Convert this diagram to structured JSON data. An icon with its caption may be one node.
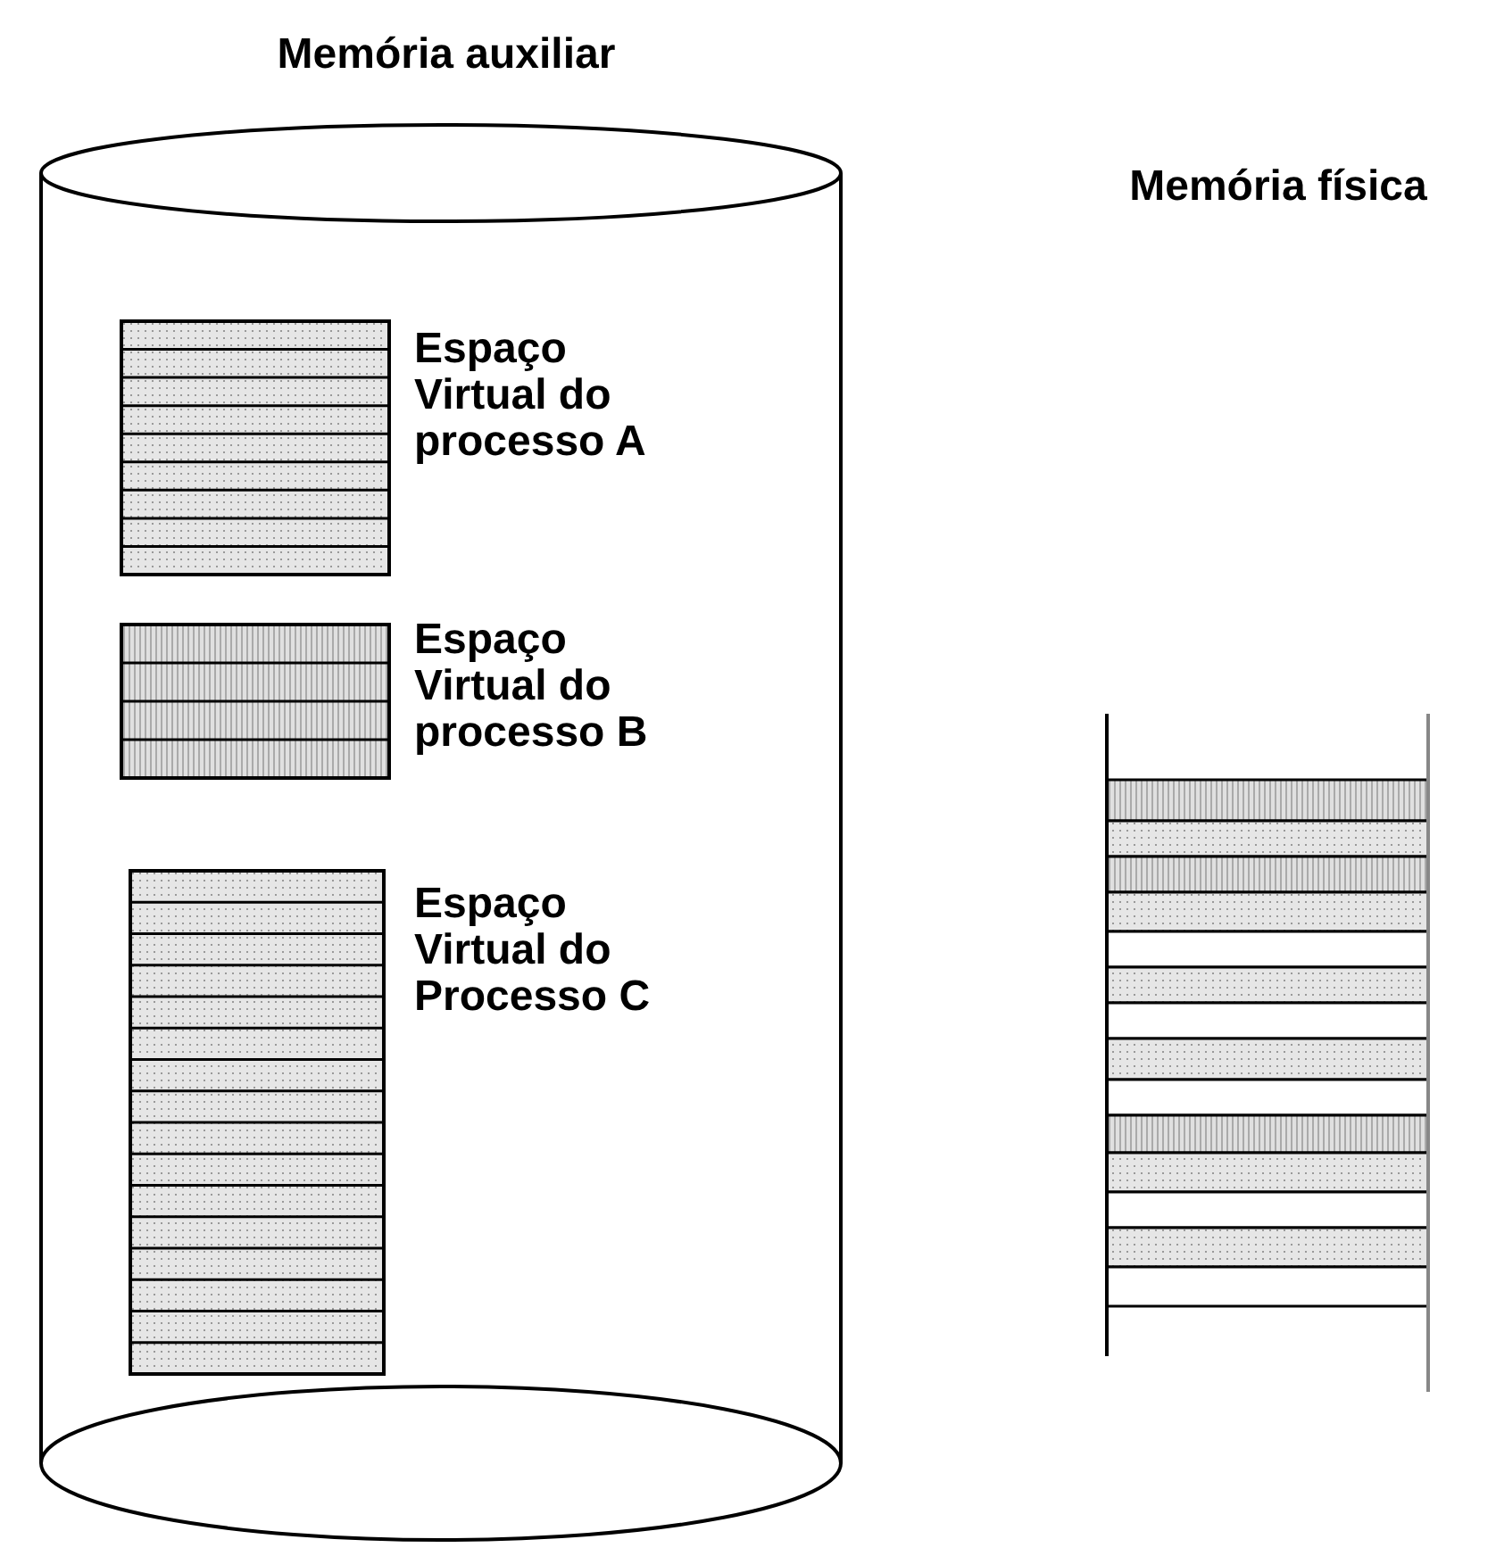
{
  "diagram": {
    "nodes": [
      {
        "text": [
          "Memória auxiliar"
        ]
      },
      {
        "text": [
          "Espaço Virtual do processo A"
        ],
        "in": 0
      },
      {
        "text": [
          "Espaço Virtual do processo B"
        ],
        "in": 0
      },
      {
        "text": [
          "Espaço Virtual do Processo C"
        ],
        "in": 0
      },
      {
        "text": [
          "Memória física"
        ]
      }
    ]
  }
}
